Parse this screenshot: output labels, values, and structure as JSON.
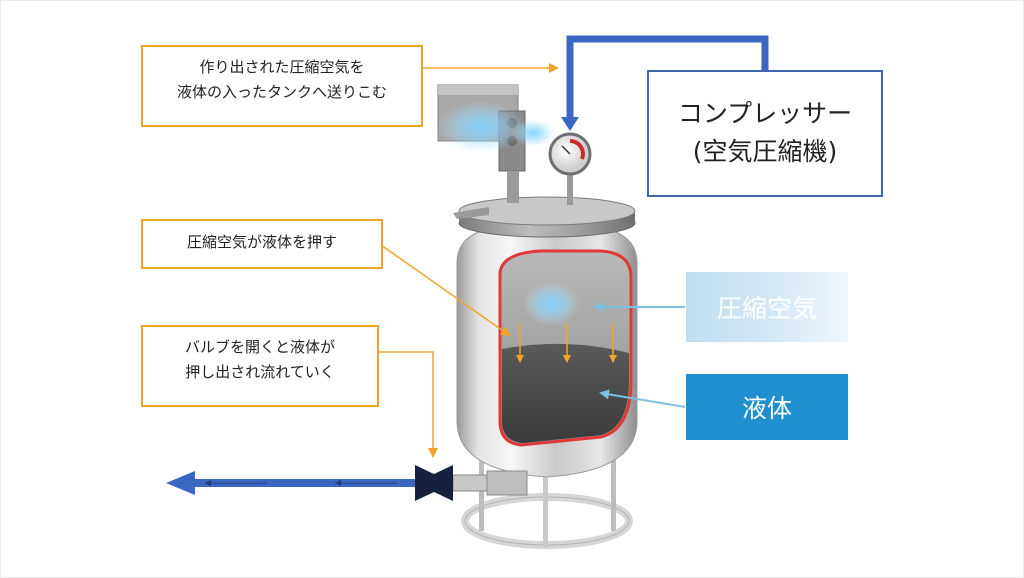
{
  "callouts": {
    "air_flow": {
      "line1": "作り出された圧縮空気を",
      "line2": "液体の入ったタンクへ送りこむ"
    },
    "air_push": {
      "text": "圧縮空気が液体を押す"
    },
    "valve_flow": {
      "line1": "バルブを開くと液体が",
      "line2": "押し出され流れていく"
    }
  },
  "compressor": {
    "line1": "コンプレッサー",
    "line2": "(空気圧縮機)"
  },
  "legend": {
    "air": "圧縮空気",
    "liquid": "液体"
  },
  "colors": {
    "callout_border": "#f0a52a",
    "compressor_border": "#3e66b0",
    "pipe_blue": "#3b66c4",
    "liquid_label": "#1f8fd0",
    "air_label": "#cfe6f4"
  }
}
